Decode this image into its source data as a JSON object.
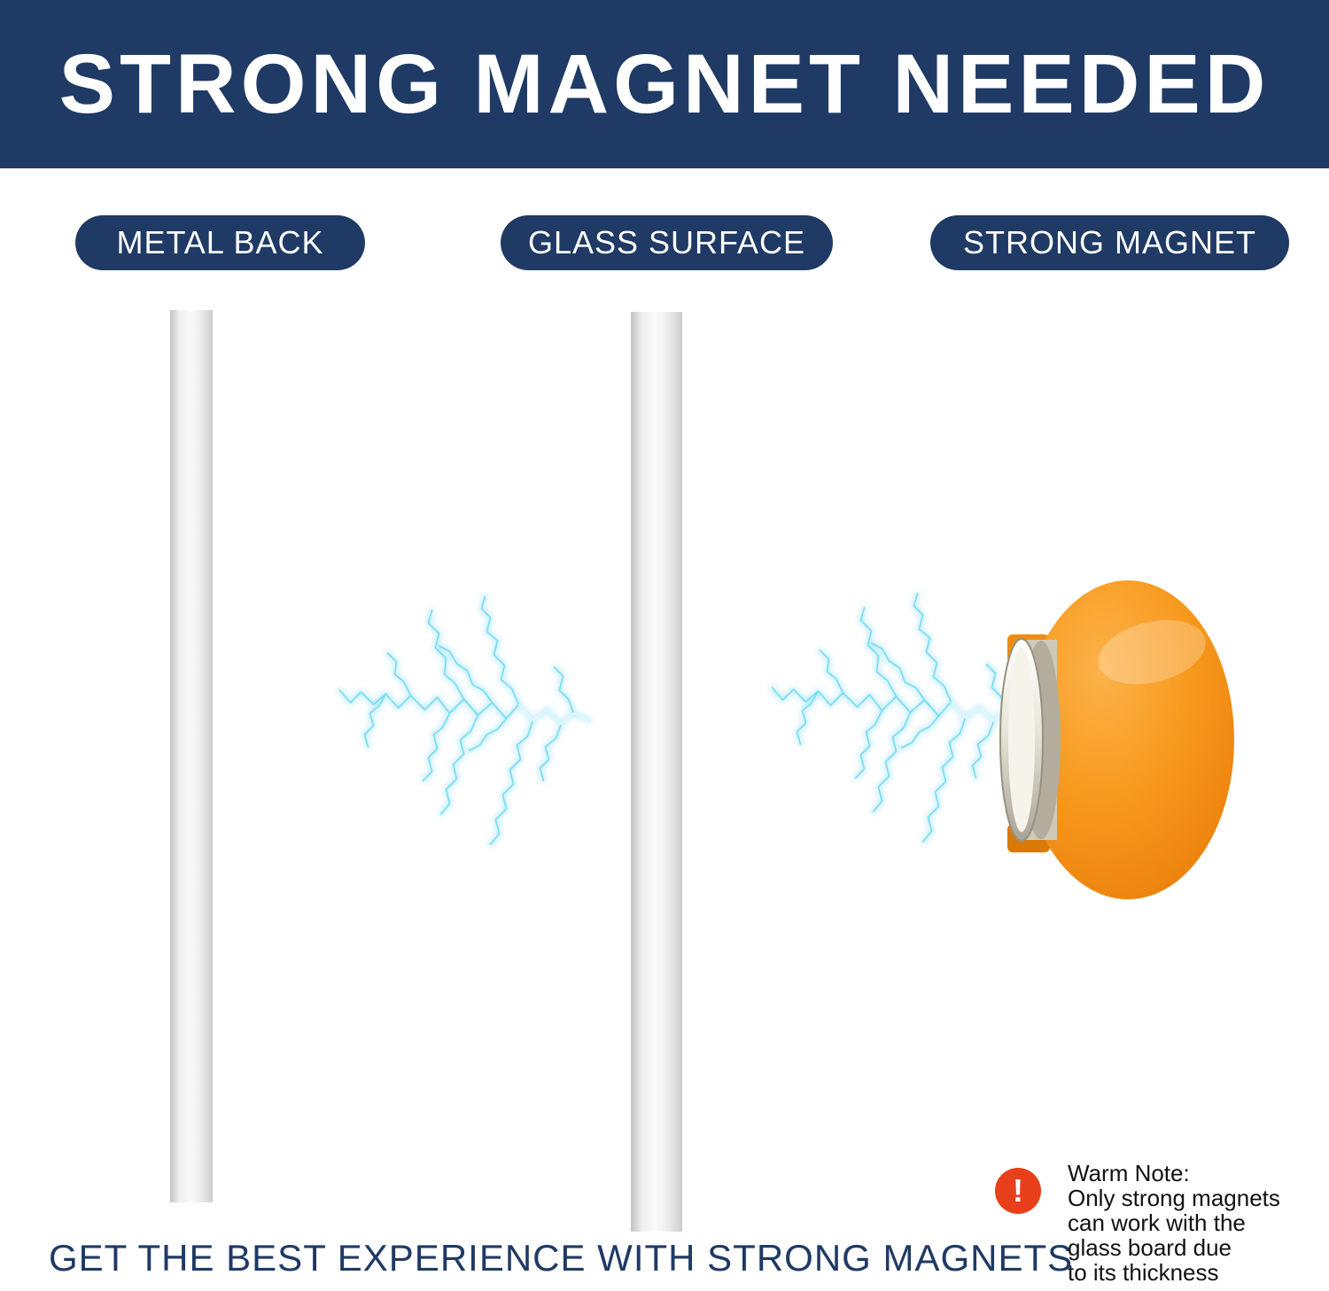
{
  "header": {
    "title": "STRONG MAGNET NEEDED"
  },
  "labels": [
    "METAL BACK",
    "GLASS SURFACE",
    "STRONG MAGNET"
  ],
  "footer": {
    "text": "GET THE BEST EXPERIENCE WITH STRONG MAGNETS"
  },
  "warm_note": {
    "icon_glyph": "!",
    "title": "Warm Note:",
    "lines": [
      "Only strong magnets",
      "can work with the",
      "glass board due",
      "to its thickness"
    ]
  },
  "colors": {
    "navy": "#1f3a64",
    "orange": "#f7941d",
    "lightning": "#5bd9f5",
    "alert": "#e8401a"
  }
}
